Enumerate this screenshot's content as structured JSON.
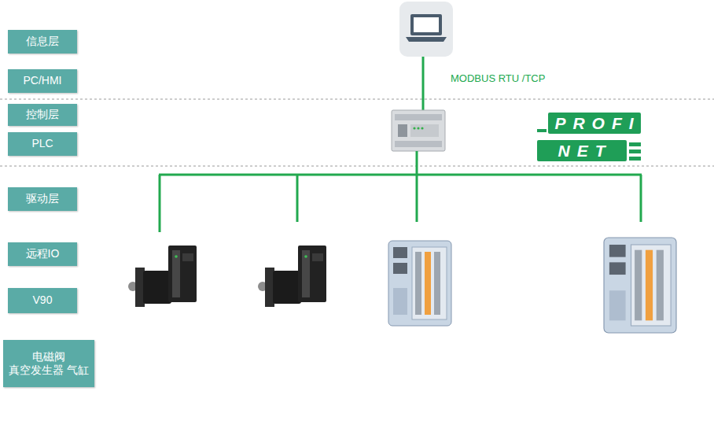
{
  "diagram": {
    "nodes": [
      {
        "text": [
          "信息层"
        ]
      },
      {
        "text": [
          "PC/HMI"
        ]
      },
      {
        "text": [
          "控制层"
        ]
      },
      {
        "text": [
          "PLC"
        ]
      },
      {
        "text": [
          "驱动层"
        ]
      },
      {
        "text": [
          "远程IO"
        ]
      },
      {
        "text": [
          "V90"
        ]
      },
      {
        "text": [
          "电磁阀 真空发生器 气缸"
        ]
      }
    ],
    "labels": [
      "MODBUS RTU /TCP",
      "PROFI",
      "NET"
    ]
  }
}
